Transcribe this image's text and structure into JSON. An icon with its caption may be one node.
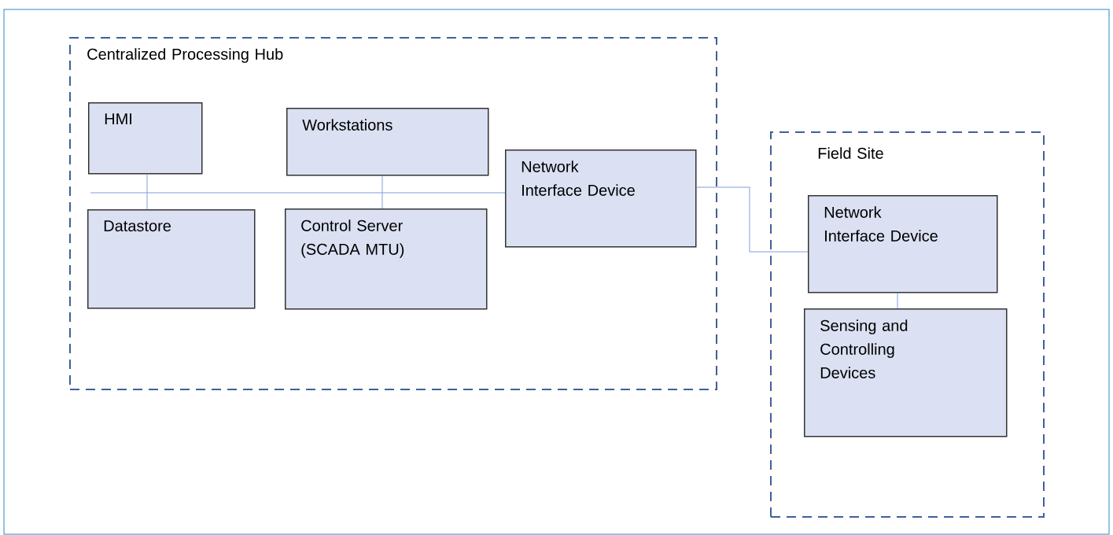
{
  "diagram": {
    "nodes": [
      {
        "text": [
          "Centralized Processing Hub"
        ]
      },
      {
        "text": [
          "HMI"
        ],
        "in": 0
      },
      {
        "text": [
          "Workstations"
        ],
        "in": 0
      },
      {
        "text": [
          "Datastore"
        ],
        "in": 0
      },
      {
        "text": [
          "Control Server (SCADA MTU)"
        ],
        "in": 0
      },
      {
        "text": [
          "Network Interface Device"
        ],
        "in": 0
      },
      {
        "text": [
          "Field Site"
        ]
      },
      {
        "text": [
          "Network Interface Device"
        ],
        "in": 6
      },
      {
        "text": [
          "Sensing and Controlling Devices"
        ],
        "in": 6
      }
    ],
    "edges": [
      {
        "from": 1,
        "to": 3,
        "arrow": "none"
      },
      {
        "from": 2,
        "to": 4,
        "arrow": "none"
      },
      {
        "from": null,
        "to": 5,
        "arrow": "none"
      },
      {
        "from": 5,
        "to": 7,
        "arrow": "none"
      },
      {
        "from": 7,
        "to": 8,
        "arrow": "none"
      }
    ]
  }
}
